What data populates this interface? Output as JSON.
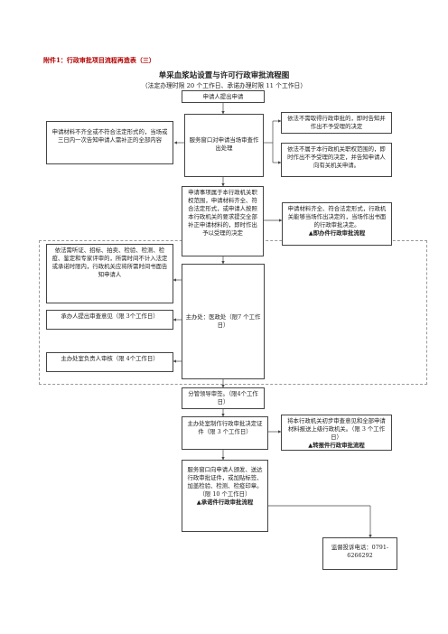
{
  "header": {
    "attachment": "附件1：行政审批项目流程再造表（三）",
    "title": "单采血浆站设置与许可行政审批流程图",
    "subtitle": "（法定办理时限  20 个工作日、承诺办理时限  11 个工作日）"
  },
  "nodes": {
    "apply": "申请人提出申请",
    "incomplete": "申请材料不齐全或不符合法定形式的，当场或三日内一次告知申请人需补正的全部内容",
    "window": "服务窗口对申请当场审查作出处理",
    "no_approval": "依法不需取得行政审批的，即时告知并作出不予受理的决定",
    "not_scope": "依法不属于本行政机关职权范围的，即时作出不予受理的决定，并告知申请人向有关机关申请。",
    "accepted": "申请事项属于本行政机关职权范围，申请材料齐全、符合法定形式，或申请人按照本行政机关的要求提交全部补正申请材料的，即时作出予以受理的决定",
    "instant_desc": "申请材料齐全、符合法定形式，行政机关能够当场作出决定的，当场作出书面的行政审批决定。",
    "instant_label": "▲即办件行政审批流程",
    "hearing": "依法需听证、招标、拍卖、检验、检测、检疫、鉴定和专家评审的，所需时间不计入法定或承诺时限内，行政机关应将所需时间书面告知申请人",
    "undertaker": "承办人提出审查意见（限 3个工作日）",
    "dept_head": "主办处室负责人审核（限 4个工作日）",
    "main_dept": "主办处：医政处（限7 个工作日）",
    "leader": "分管领导审签。（限4个工作日）",
    "certificate": "主办处室制作行政审批决定证件（限  3 个工作日）",
    "report_desc": "将本行政机关初步审查意见和全部申请材料报送上级行政机关。（限  3  个工作日）",
    "report_label": "▲转报件行政审批流程",
    "issue": "服务窗口向申请人颁发、送达行政审批证件，或加贴标签、加盖检验、检测、检疫印章。（限  10 个工作日）",
    "promise_label": "▲承诺件行政审批流程",
    "supervision": "监督投诉电话：0791-6266292"
  }
}
